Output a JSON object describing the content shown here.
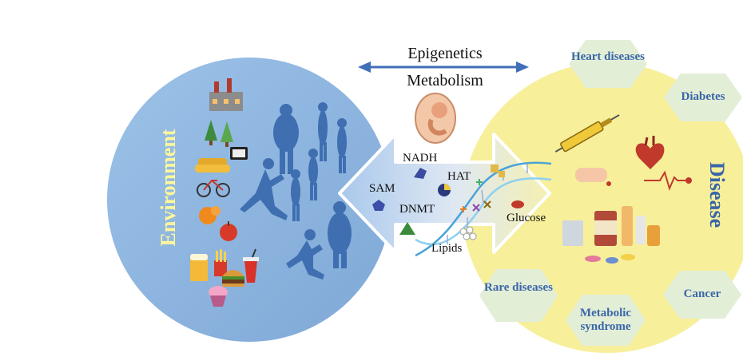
{
  "top": {
    "line1": "Epigenetics",
    "line2": "Metabolism"
  },
  "environment": {
    "title": "Environment"
  },
  "disease": {
    "title": "Disease",
    "categories": [
      "Heart diseases",
      "Diabetes",
      "Cancer",
      "Metabolic syndrome",
      "Rare diseases"
    ]
  },
  "molecules": {
    "nadh": "NADH",
    "hat": "HAT",
    "sam": "SAM",
    "dnmt": "DNMT",
    "glucose": "Glucose",
    "lipids": "Lipids"
  },
  "colors": {
    "env_circle": "#8fb6e0",
    "disease_circle": "#f7ef9a",
    "hexagon": "#e3eed7",
    "arrow": "#3f6fb8",
    "env_text": "#fff79a",
    "disease_text": "#3a66a8"
  }
}
